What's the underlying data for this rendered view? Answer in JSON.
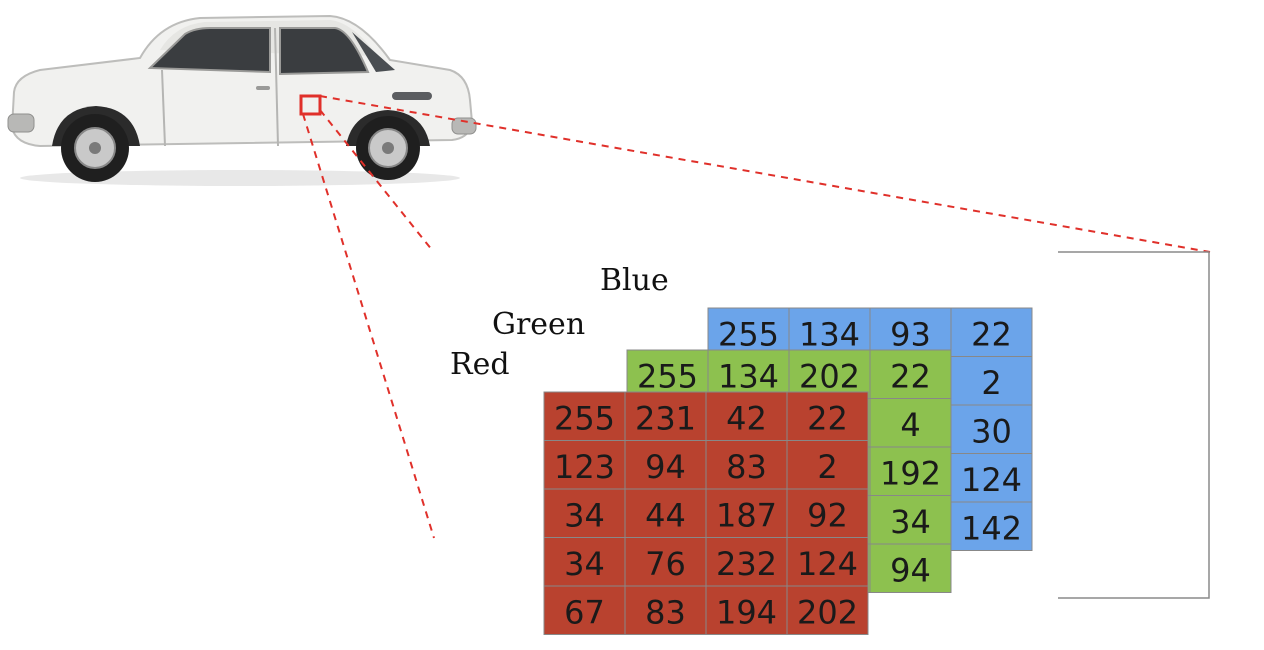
{
  "image": {
    "subject_icon": "car-icon"
  },
  "labels": {
    "blue": "Blue",
    "green": "Green",
    "red": "Red"
  },
  "colors": {
    "blue": "#6ba4ea",
    "green": "#8dc14f",
    "red": "#b9422f",
    "grid_line": "#888888",
    "zoom_marker": "#e0302a"
  },
  "channels": {
    "blue": {
      "rows": [
        [
          "255",
          "134",
          "93",
          "22"
        ],
        [
          "",
          "",
          "",
          "2"
        ],
        [
          "",
          "",
          "",
          "30"
        ],
        [
          "",
          "",
          "",
          "124"
        ],
        [
          "",
          "",
          "",
          "142"
        ]
      ]
    },
    "green": {
      "rows": [
        [
          "255",
          "134",
          "202",
          "22"
        ],
        [
          "",
          "",
          "",
          "4"
        ],
        [
          "",
          "",
          "",
          "192"
        ],
        [
          "",
          "",
          "",
          "34"
        ],
        [
          "",
          "",
          "",
          "94"
        ]
      ]
    },
    "red": {
      "rows": [
        [
          "255",
          "231",
          "42",
          "22"
        ],
        [
          "123",
          "94",
          "83",
          "2"
        ],
        [
          "34",
          "44",
          "187",
          "92"
        ],
        [
          "34",
          "76",
          "232",
          "124"
        ],
        [
          "67",
          "83",
          "194",
          "202"
        ]
      ]
    }
  }
}
